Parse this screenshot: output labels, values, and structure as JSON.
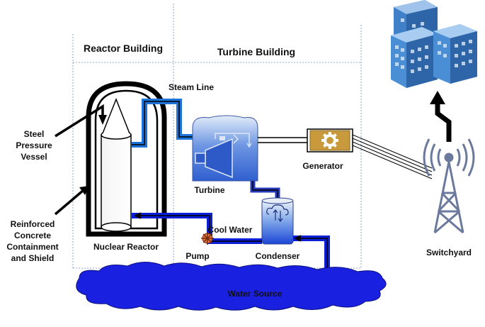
{
  "sections": {
    "reactor_building": "Reactor Building",
    "turbine_building": "Turbine Building"
  },
  "labels": {
    "steam_line": "Steam Line",
    "steel_pressure_vessel": [
      "Steel",
      "Pressure",
      "Vessel"
    ],
    "reinforced_containment": [
      "Reinforced",
      "Concrete",
      "Containment",
      "and Shield"
    ],
    "nuclear_reactor": "Nuclear Reactor",
    "turbine": "Turbine",
    "generator": "Generator",
    "cool_water": "Cool Water",
    "pump": "Pump",
    "condenser": "Condenser",
    "water_source": "Water Source",
    "switchyard": "Switchyard"
  },
  "icons": {
    "buildings": "city-buildings-icon",
    "tower": "transmission-tower-icon",
    "generator": "gear-icon",
    "pump": "pump-impeller-icon",
    "condenser": "cloud-exchange-icon"
  },
  "colors": {
    "steam": "#1e73d8",
    "cool_water": "#0a1fd6",
    "turbine_fill": "#3d6fd9",
    "generator_fill": "#c89a3c",
    "building": "#3f80c8",
    "water_source": "#1a20e0",
    "pump": "#c0501f",
    "tower": "#6b7a9c"
  }
}
